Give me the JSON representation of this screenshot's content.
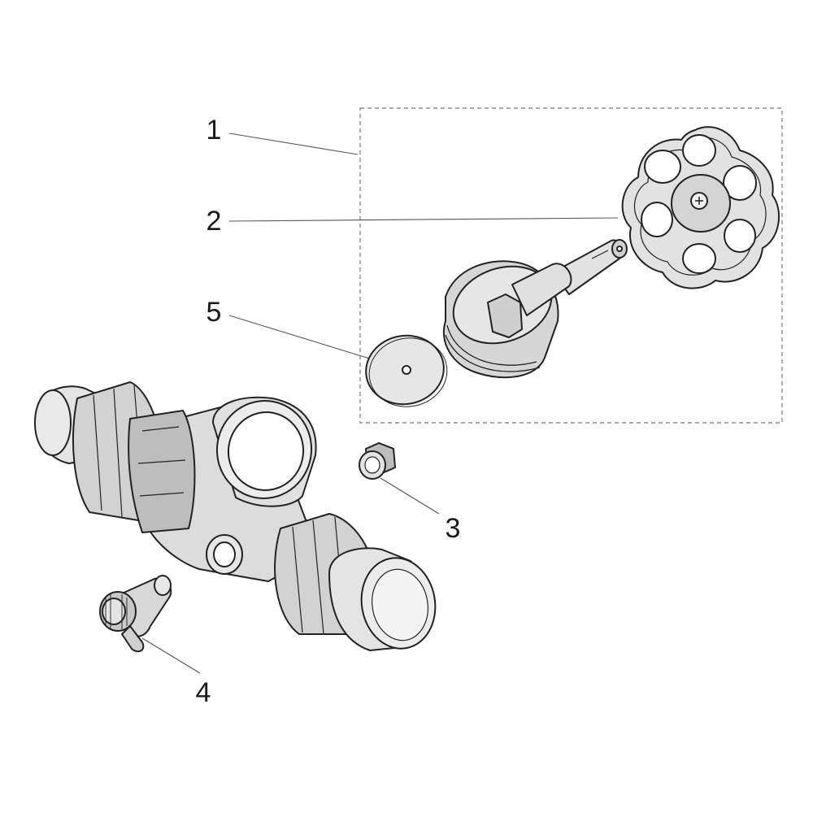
{
  "callouts": {
    "c1": "1",
    "c2": "2",
    "c3": "3",
    "c4": "4",
    "c5": "5"
  },
  "colors": {
    "background": "#ffffff",
    "part_fill": "#e2e2e2",
    "part_shade": "#bdbdbd",
    "outline": "#222222",
    "leader": "#555555",
    "group_box": "#777777"
  }
}
